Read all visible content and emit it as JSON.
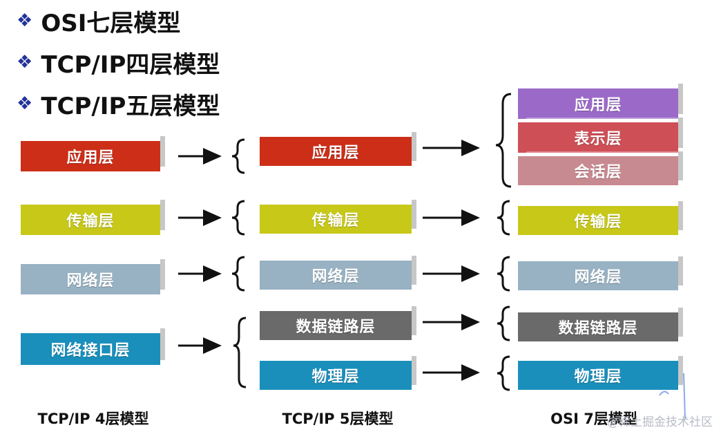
{
  "bullets": [
    "OSI七层模型",
    "TCP/IP四层模型",
    "TCP/IP五层模型"
  ],
  "bullet_icon": "diamond-bullet-icon",
  "model4": {
    "caption": "TCP/IP 4层模型",
    "layers": [
      "应用层",
      "传输层",
      "网络层",
      "网络接口层"
    ]
  },
  "model5": {
    "caption": "TCP/IP 5层模型",
    "layers": [
      "应用层",
      "传输层",
      "网络层",
      "数据链路层",
      "物理层"
    ]
  },
  "model7": {
    "caption": "OSI 7层模型",
    "layers": [
      "应用层",
      "表示层",
      "会话层",
      "传输层",
      "网络层",
      "数据链路层",
      "物理层"
    ]
  },
  "colors": {
    "application": "#cc2e18",
    "transport": "#c7c818",
    "network": "#98b2c3",
    "interface": "#1a8fbc",
    "datalink": "#6a6a6a",
    "physical": "#1a8fbc",
    "osi_application": "#9b6ac9",
    "osi_presentation": "#cf4f56",
    "osi_session": "#c88a91"
  },
  "watermark": "@稀土掘金技术社区"
}
